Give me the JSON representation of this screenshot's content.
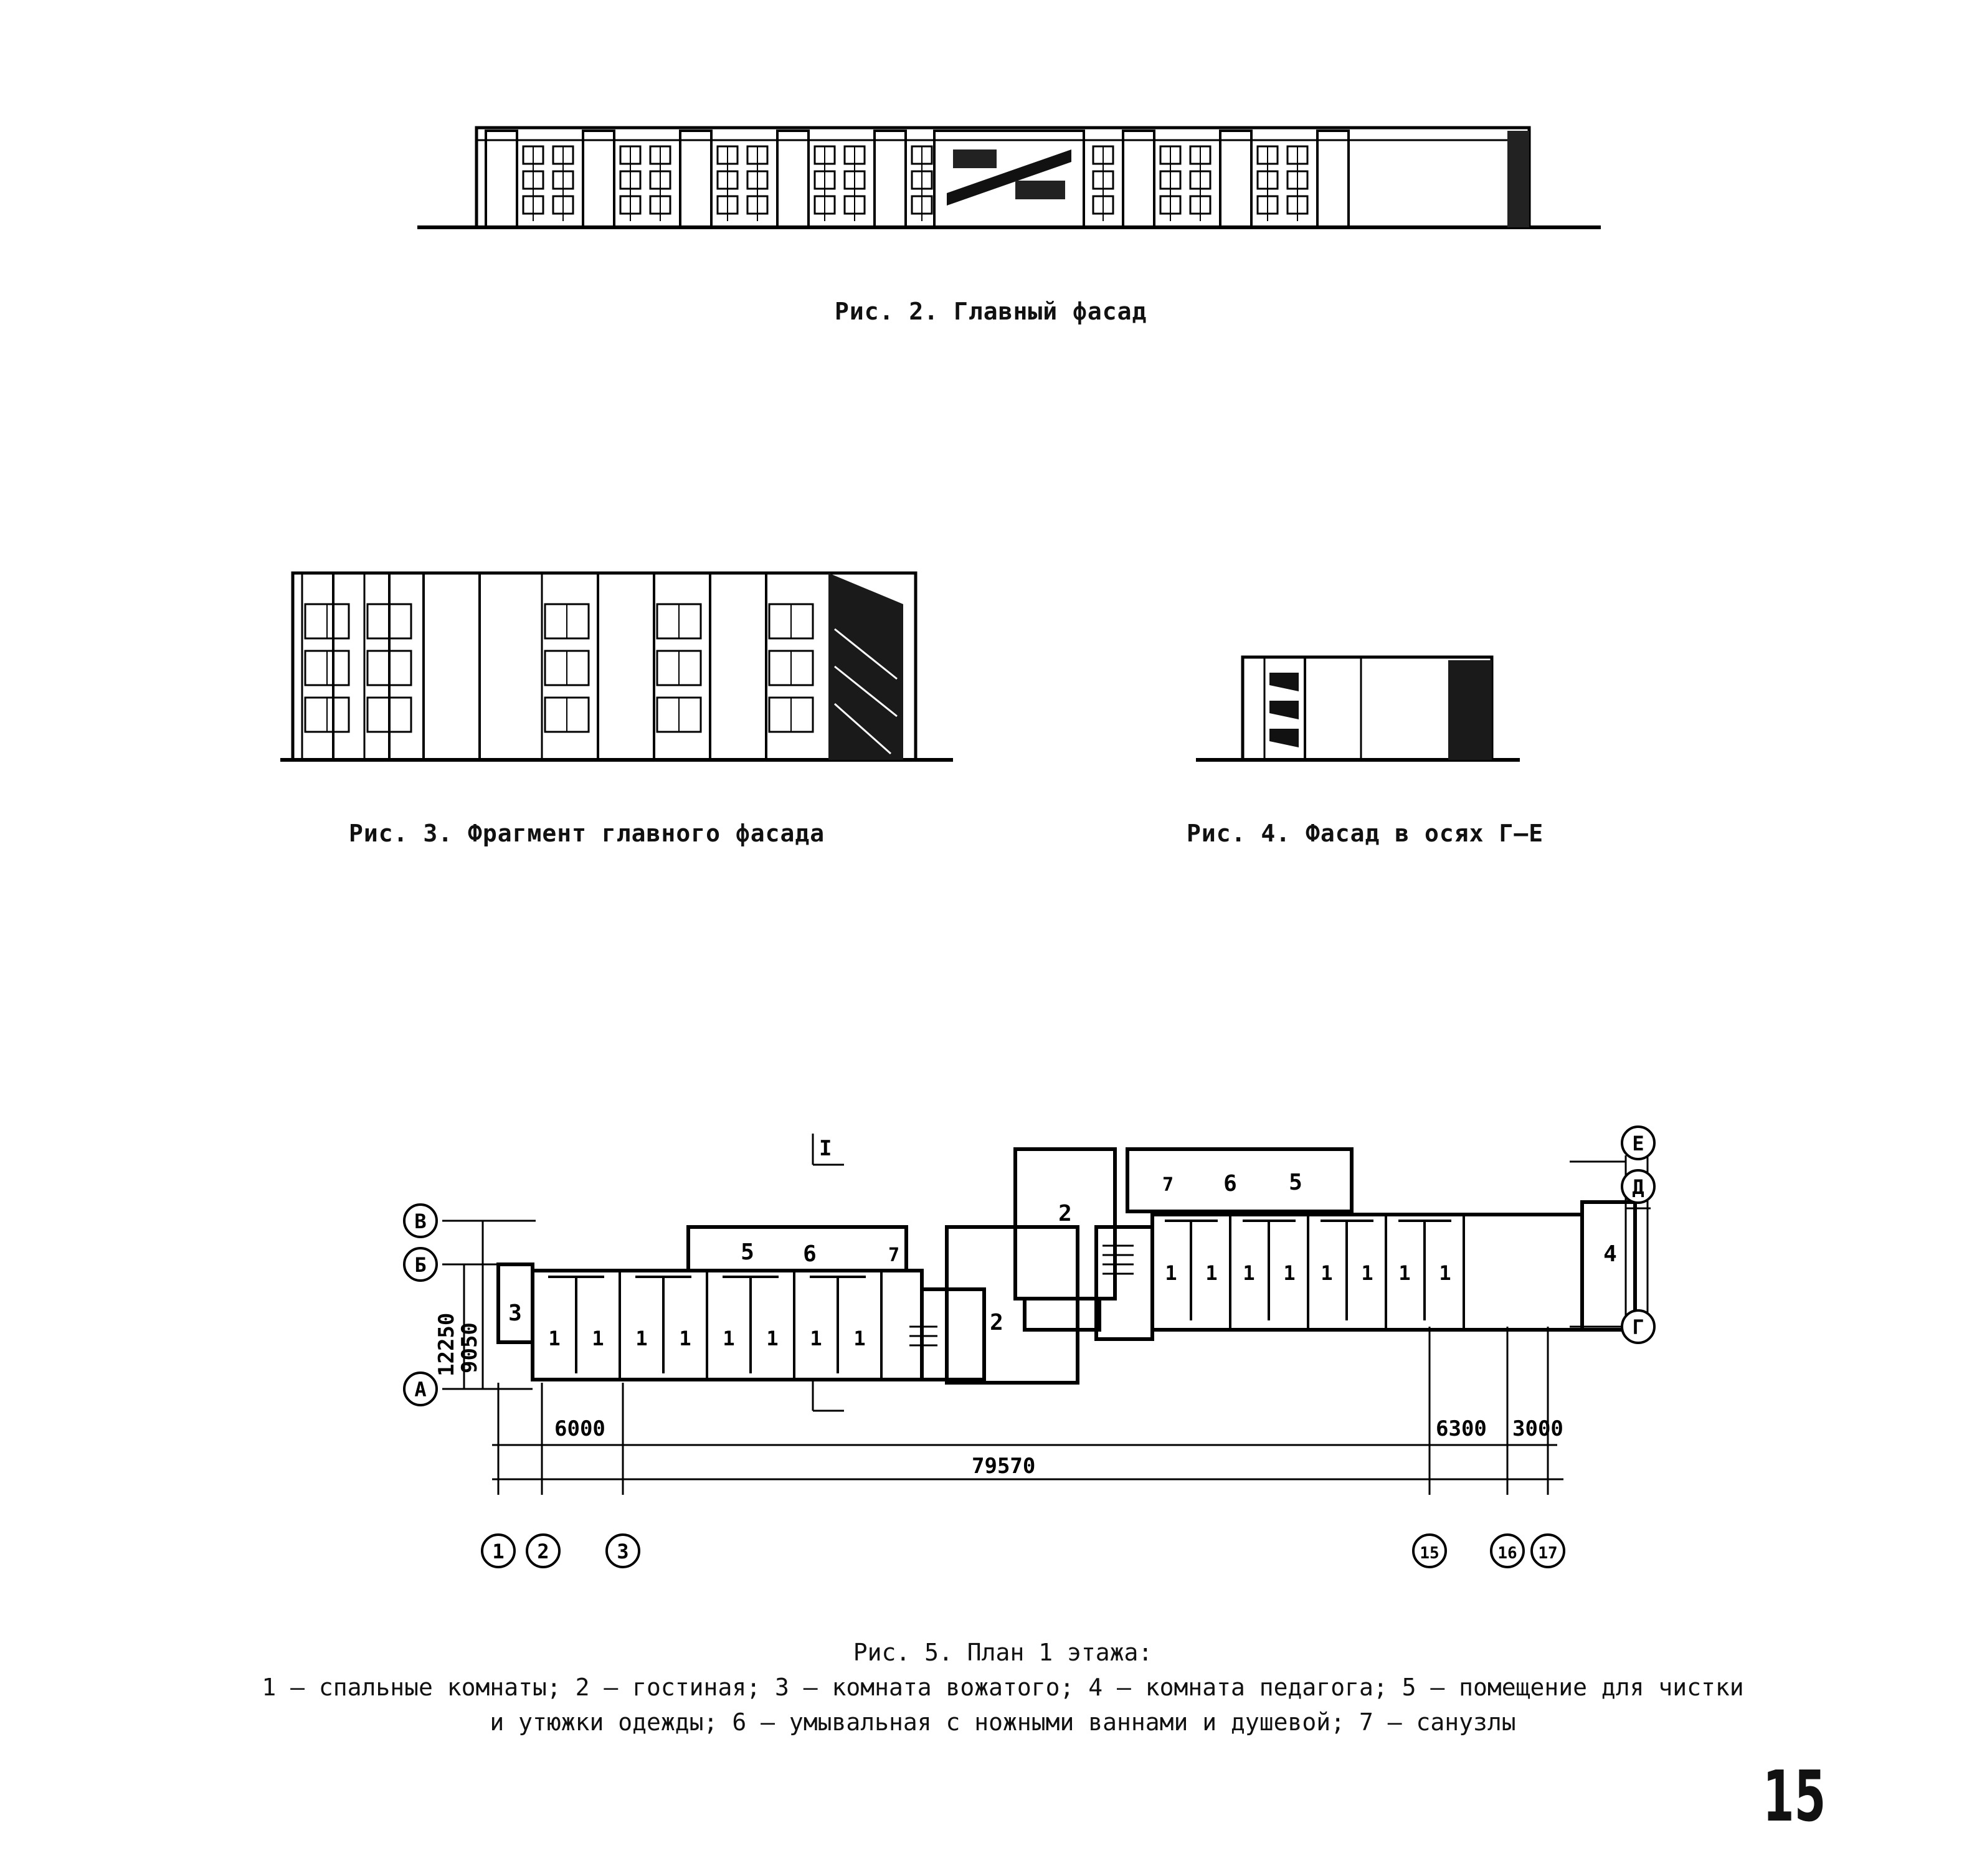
{
  "figures": {
    "fig2": {
      "caption": "Рис. 2. Главный фасад"
    },
    "fig3": {
      "caption": "Рис. 3. Фрагмент главного фасада"
    },
    "fig4": {
      "caption": "Рис. 4. Фасад в осях Г–Е"
    },
    "fig5": {
      "caption": "Рис. 5. План 1 этажа:",
      "legend_line1": "1 – спальные комнаты; 2 – гостиная; 3 – комната вожатого; 4 – комната педагога; 5 – помещение для чистки",
      "legend_line2": "и утюжки одежды; 6 – умывальная с ножными ваннами и душевой; 7 – санузлы"
    }
  },
  "plan": {
    "axes_rows": [
      "В",
      "Б",
      "А",
      "Е",
      "Д",
      "Г"
    ],
    "axes_cols": [
      "1",
      "2",
      "3",
      "15",
      "16",
      "17"
    ],
    "dimensions": {
      "overall": "79570",
      "bay": "6000",
      "bay_right1": "6300",
      "bay_right2": "3000",
      "depth_total": "12250",
      "depth_rooms": "9050"
    },
    "room_labels": {
      "bedroom": "1",
      "living": "2",
      "leader": "3",
      "teacher": "4",
      "cleaning": "5",
      "washroom": "6",
      "wc": "7"
    },
    "section_mark": "I"
  },
  "page_number": "15"
}
